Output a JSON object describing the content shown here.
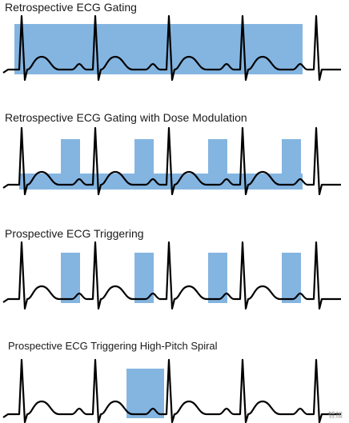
{
  "panels": [
    {
      "id": "retrospective",
      "title": "Retrospective ECG Gating",
      "window_type": "continuous"
    },
    {
      "id": "retrospective-dose-modulation",
      "title": "Retrospective ECG Gating with Dose Modulation",
      "window_type": "continuous-with-peaks"
    },
    {
      "id": "prospective",
      "title": "Prospective ECG Triggering",
      "window_type": "pulsed"
    },
    {
      "id": "prospective-high-pitch",
      "title": "Prospective ECG Triggering High-Pitch Spiral",
      "window_type": "single"
    }
  ],
  "colors": {
    "acquisition_window": "#6fa8dc",
    "ecg_line": "#000000",
    "text": "#1a1a1a"
  },
  "watermark": "智加"
}
